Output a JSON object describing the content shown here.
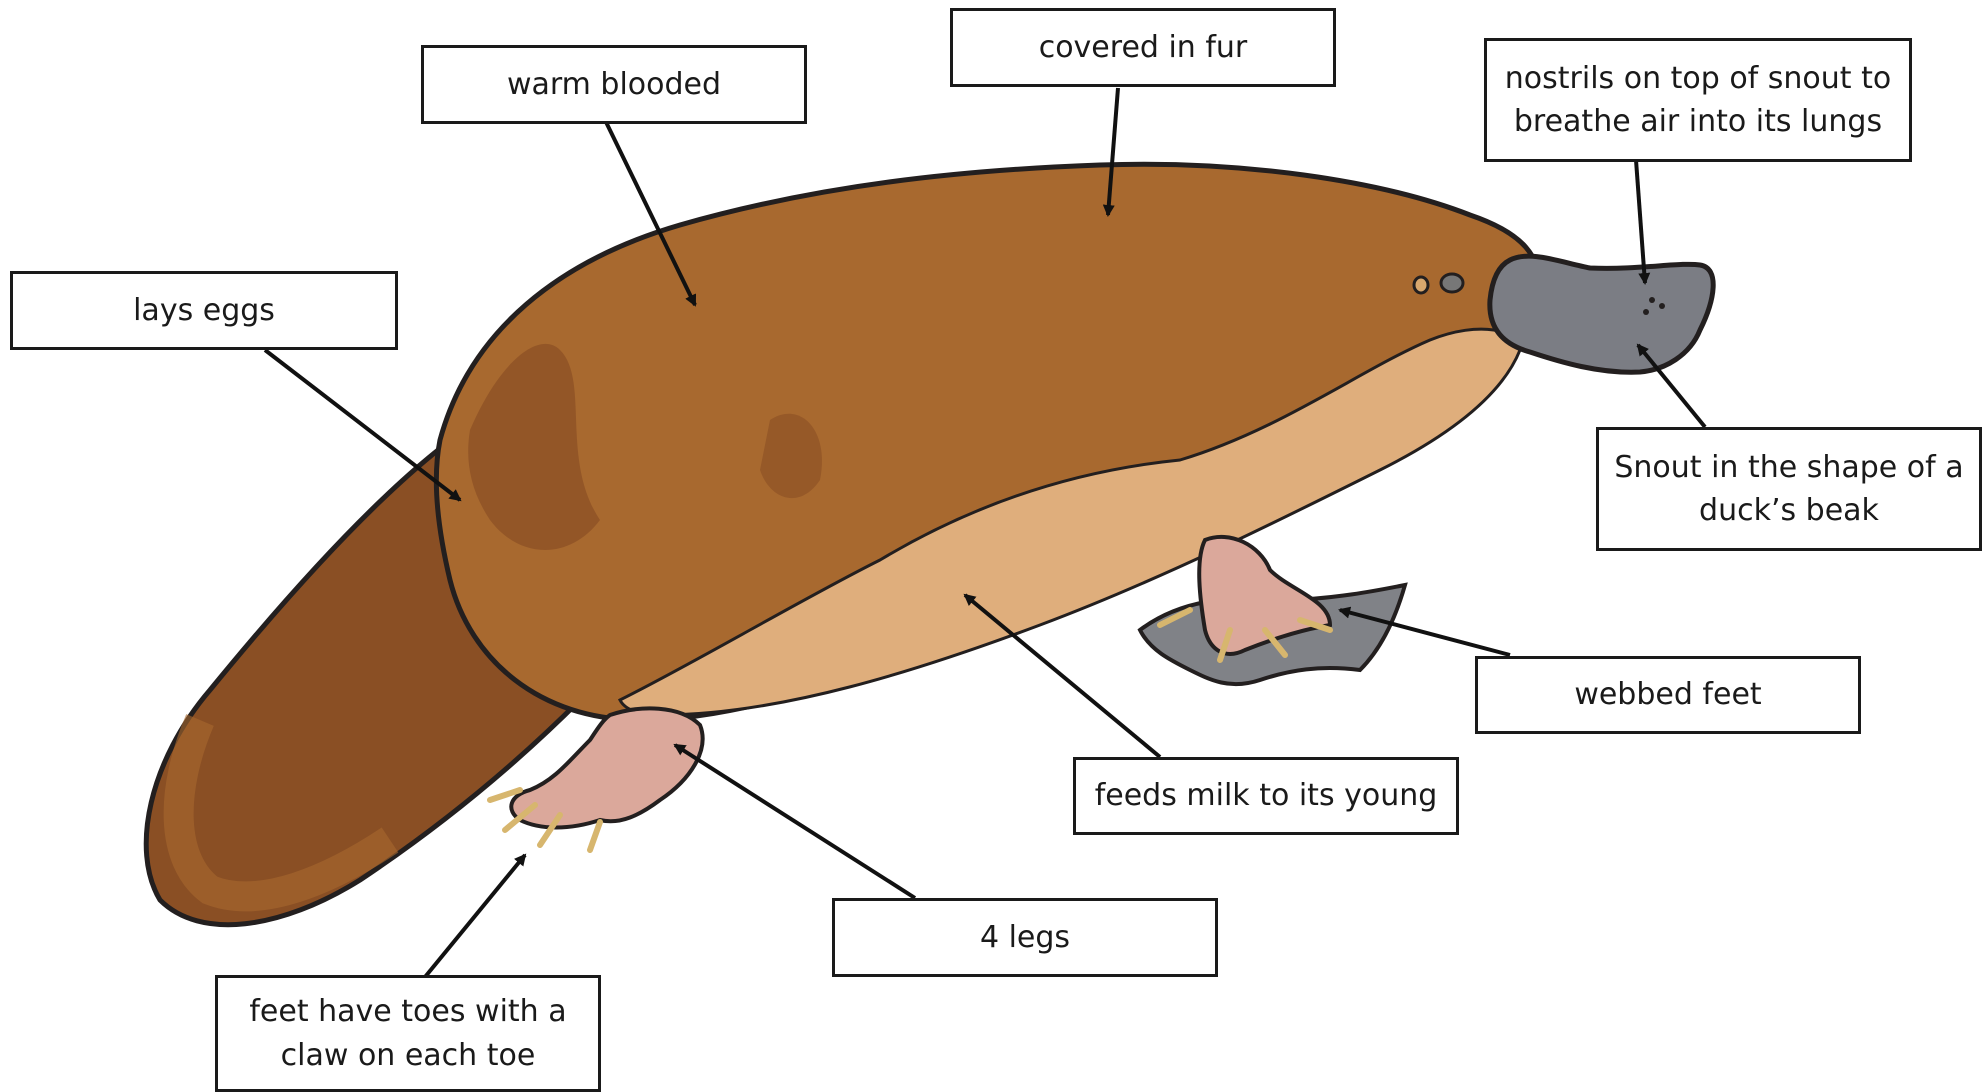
{
  "labels": {
    "warm_blooded": "warm blooded",
    "covered_in_fur": "covered in fur",
    "nostrils": "nostrils on top of snout to\nbreathe air into its lungs",
    "lays_eggs": "lays eggs",
    "snout": "Snout in the shape of a\nduck’s beak",
    "webbed_feet": "webbed feet",
    "feeds_milk": "feeds milk to its young",
    "four_legs": "4 legs",
    "feet_toes": "feet have toes with a\nclaw on each toe"
  },
  "colors": {
    "fur_dark": "#8a4f24",
    "fur": "#a8692f",
    "belly": "#dfae7c",
    "bill": "#7b7d84",
    "feet": "#dba89b",
    "web": "#808287",
    "outline": "#231f1f",
    "arrow": "#111111"
  }
}
